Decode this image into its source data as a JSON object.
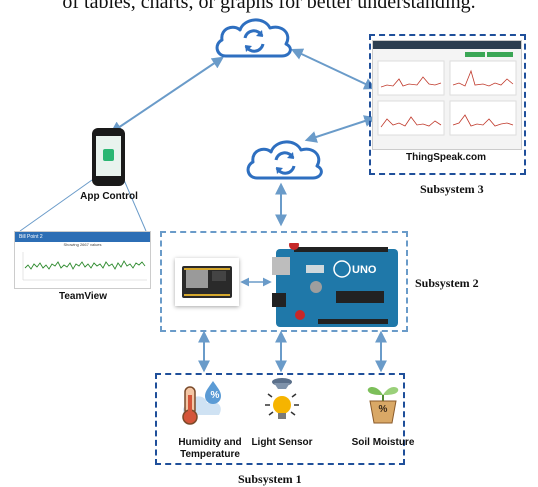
{
  "caption_text": "of tables, charts, or graphs for better understanding.",
  "subsystems": {
    "s1": "Subsystem 1",
    "s2": "Subsystem 2",
    "s3": "Subsystem 3"
  },
  "nodes": {
    "thingspeak": "ThingSpeak.com",
    "app_control": "App Control",
    "teamview": "TeamView",
    "humidity_line1": "Humidity and",
    "humidity_line2": "Temperature",
    "light": "Light Sensor",
    "soil": "Soil Moisture"
  },
  "teamview_shot": {
    "title": "Bill Point 2",
    "subtitle": "Showing 2667 values"
  },
  "sensor_badges": {
    "humidity": "%",
    "soil": "%"
  },
  "colors": {
    "arrow": "#6a9bc9",
    "cloud_stroke": "#2e6fc0",
    "dash_dark": "#1f4f9a",
    "dash_light": "#6a9bc9",
    "arduino_blue": "#1f78a9"
  },
  "icons": [
    "cloud-sync-icon",
    "smartphone-icon",
    "esp8266-board-icon",
    "arduino-uno-icon",
    "thermometer-humidity-icon",
    "light-bulb-icon",
    "plant-pot-icon"
  ]
}
